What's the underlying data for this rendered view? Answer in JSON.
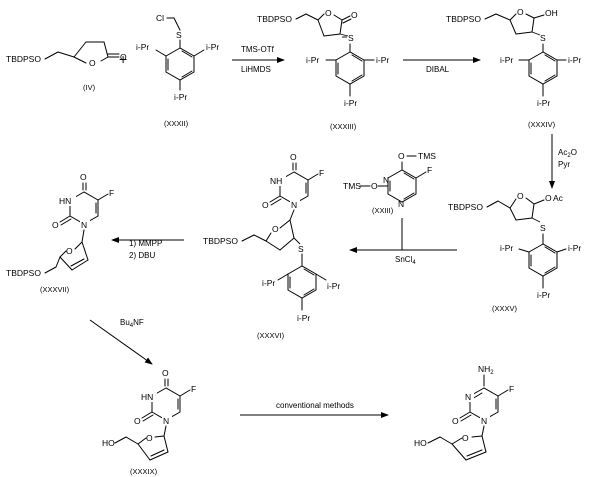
{
  "substituents": {
    "tbdpso": "TBDPSO",
    "ipr": "i-Pr",
    "ho": "HO",
    "tms": "TMS",
    "ac": "Ac"
  },
  "atoms": {
    "o": "O",
    "oh": "OH",
    "s": "S",
    "cl": "Cl",
    "f": "F",
    "n": "N",
    "nh": "NH",
    "hn": "HN",
    "h2": "H",
    "h2_sub": "2"
  },
  "compounds": {
    "c_iv": "(IV)",
    "c_xxxii": "(XXXII)",
    "c_xxxiii": "(XXXIII)",
    "c_xxxiv": "(XXXIV)",
    "c_xxxv": "(XXXV)",
    "c_xxiii": "(XXIII)",
    "c_xxxvi": "(XXXVI)",
    "c_xxxvii": "(XXXVII)",
    "c_xxxix": "(XXXIX)"
  },
  "plus": "+",
  "conditions": {
    "step1_above": "TMS-OTf",
    "step1_below": "LiHMDS",
    "step2": "DIBAL",
    "step3_line1_main": "Ac",
    "step3_line1_sub": "2",
    "step3_line1_tail": "O",
    "step3_line2": "Pyr",
    "step4_main": "SnCl",
    "step4_sub": "4",
    "step5_line1": "1) MMPP",
    "step5_line2": "2) DBU",
    "step6_main": "Bu",
    "step6_sub": "4",
    "step6_tail": "NF",
    "step7": "conventional methods"
  }
}
